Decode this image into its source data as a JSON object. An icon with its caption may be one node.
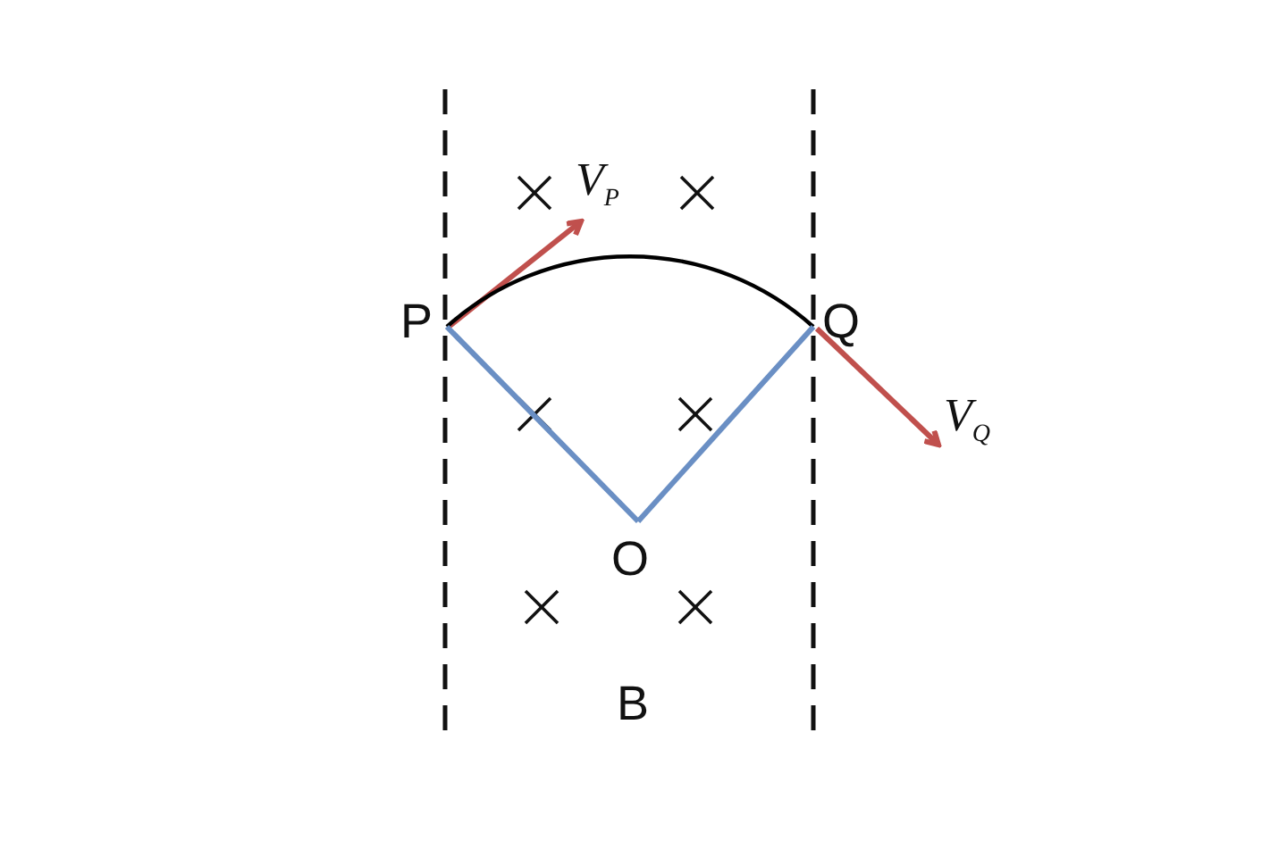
{
  "diagram": {
    "nodes": [
      {
        "text": [
          "P"
        ]
      },
      {
        "text": [
          "Q"
        ]
      },
      {
        "text": [
          "O"
        ]
      }
    ],
    "edges": [
      {
        "from": 0,
        "to": 1,
        "arrow": "none",
        "color": "#000000"
      },
      {
        "from": 2,
        "to": 0,
        "arrow": "none"
      },
      {
        "from": 2,
        "to": 1,
        "arrow": "none"
      }
    ],
    "labels": [
      "V$_{P}$",
      "V$_{Q}$",
      "B"
    ]
  }
}
